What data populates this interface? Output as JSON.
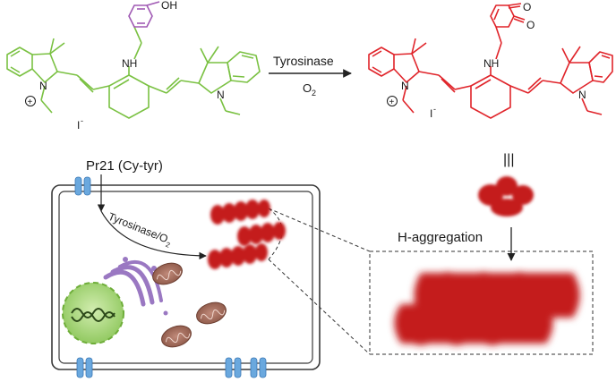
{
  "colors": {
    "probe": "#7ac142",
    "hydroxy_group": "#a05ab4",
    "product": "#e0242a",
    "aggregate": "#c41a1f",
    "mitochondria": "#a0695a",
    "golgi": "#9a78c2",
    "nucleus": "#a6d77a",
    "receptor": "#6aa8de",
    "text": "#1a1a1a"
  },
  "reaction": {
    "enzyme_label": "Tyrosinase",
    "oxidant_label": "O",
    "oxidant_subscript": "2"
  },
  "probe_molecule": {
    "hydroxyl_label": "OH",
    "amine_label": "NH",
    "nitrogen_left": "N",
    "nitrogen_right": "N",
    "charge_symbol": "+",
    "counter_ion": "I",
    "counter_ion_charge": "-"
  },
  "product_molecule": {
    "oxo_top": "O",
    "oxo_bottom": "O",
    "amine_label": "NH",
    "nitrogen_left": "N",
    "nitrogen_right": "N",
    "charge_symbol": "+",
    "counter_ion": "I",
    "counter_ion_charge": "-"
  },
  "equivalence_symbol": "|||",
  "cell": {
    "probe_label": "Pr21 (Cy-tyr)",
    "enzyme_label": "Tyrosinase/O",
    "enzyme_subscript": "2"
  },
  "aggregation_label": "H-aggregation"
}
